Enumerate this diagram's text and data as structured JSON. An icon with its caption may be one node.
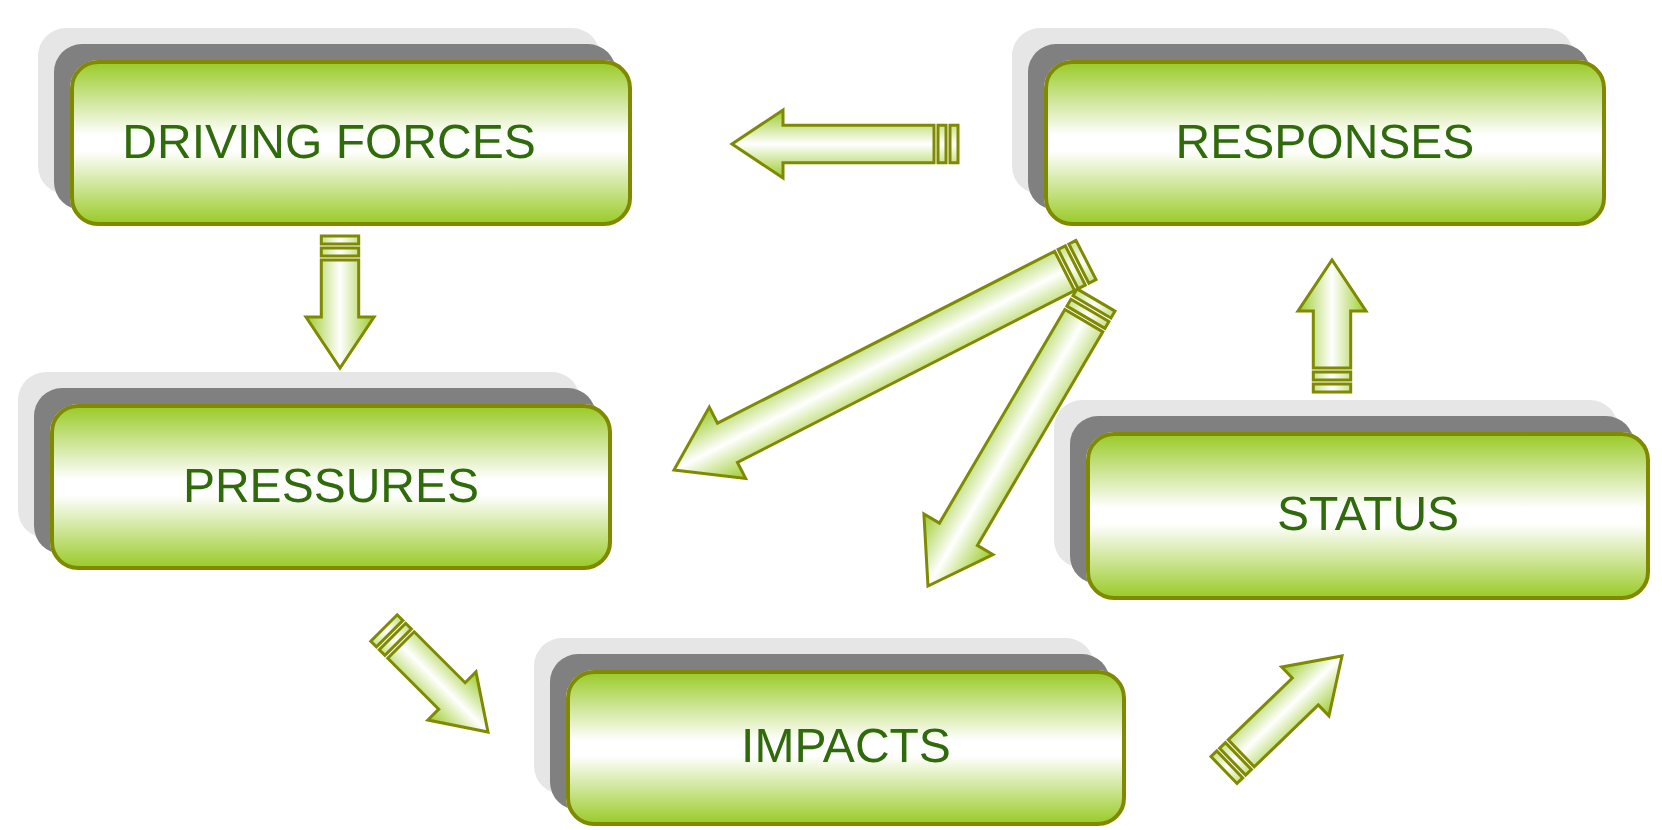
{
  "diagram": {
    "nodes": [
      {
        "text": [
          "DRIVING FORCES"
        ]
      },
      {
        "text": [
          "RESPONSES"
        ]
      },
      {
        "text": [
          "PRESSURES"
        ]
      },
      {
        "text": [
          "STATUS"
        ]
      },
      {
        "text": [
          "IMPACTS"
        ]
      }
    ],
    "edges": [
      {
        "from": 0,
        "to": 2,
        "arrow": "to"
      },
      {
        "from": 2,
        "to": 4,
        "arrow": "to"
      },
      {
        "from": 4,
        "to": 3,
        "arrow": "to"
      },
      {
        "from": 3,
        "to": 1,
        "arrow": "to"
      },
      {
        "from": 1,
        "to": 0,
        "arrow": "to"
      },
      {
        "from": 1,
        "to": 2,
        "arrow": "to"
      },
      {
        "from": 1,
        "to": 4,
        "arrow": "to"
      }
    ]
  }
}
